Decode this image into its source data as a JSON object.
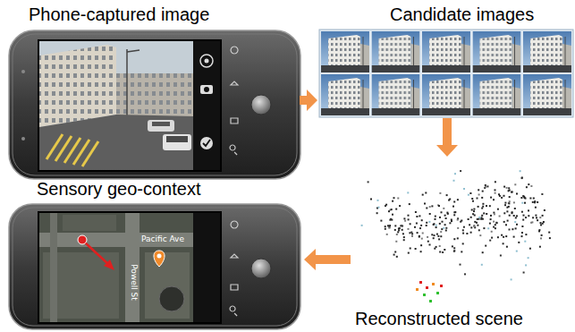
{
  "diagram": {
    "nodes": [
      {
        "text": [
          "Phone-captured image"
        ]
      },
      {
        "text": [
          "Candidate images"
        ]
      },
      {
        "text": [
          "Sensory geo-context"
        ]
      },
      {
        "text": [
          "Reconstructed scene"
        ]
      }
    ],
    "edges": [
      {
        "from": 0,
        "to": 1,
        "arrow": "to"
      },
      {
        "from": 1,
        "to": 3,
        "arrow": "to"
      },
      {
        "from": 3,
        "to": 2,
        "arrow": "to"
      }
    ],
    "labels": [
      "Pacific Ave",
      "Powell St"
    ]
  }
}
